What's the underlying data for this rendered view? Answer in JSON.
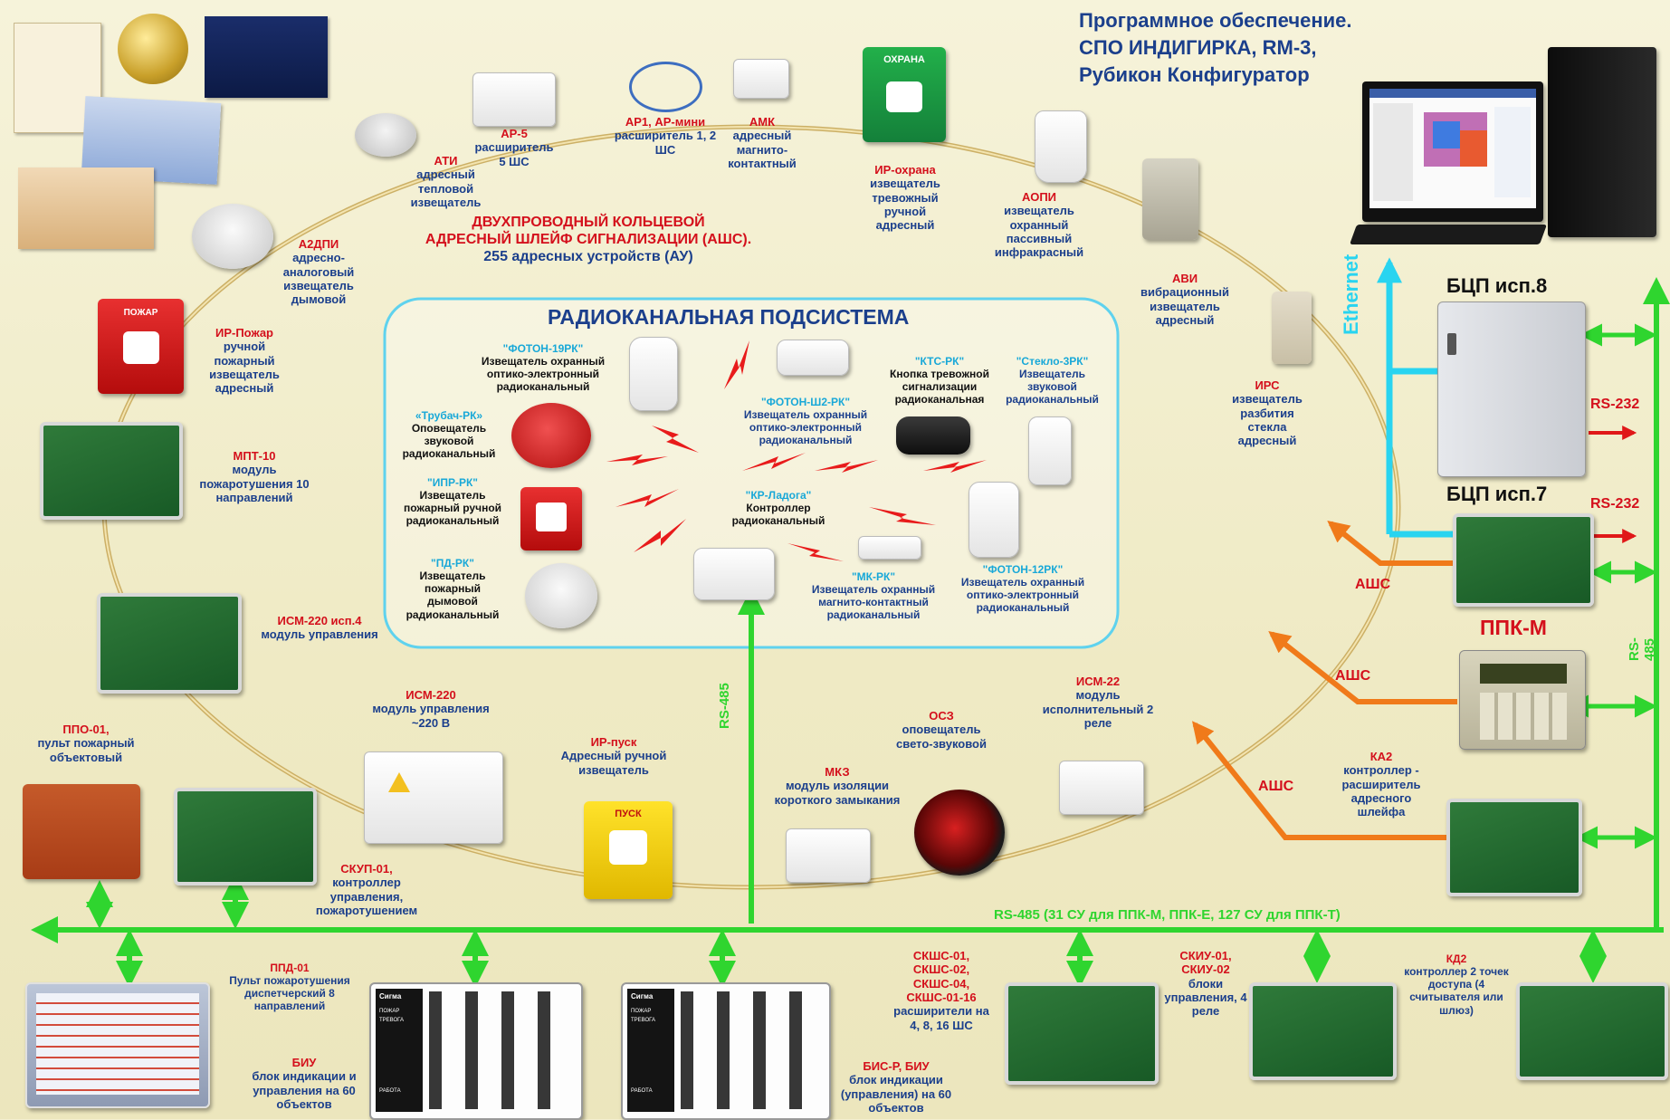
{
  "software": {
    "line1": "Программное обеспечение.",
    "line2": "СПО ИНДИГИРКА,  RM-3,",
    "line3": "Рубикон Конфигуратор"
  },
  "loop_title": {
    "line1": "ДВУХПРОВОДНЫЙ КОЛЬЦЕВОЙ",
    "line2": "АДРЕСНЫЙ ШЛЕЙФ СИГНАЛИЗАЦИИ (АШС).",
    "line3": "255 адресных устройств (АУ)"
  },
  "radio": {
    "title": "РАДИОКАНАЛЬНАЯ ПОДСИСТЕМА",
    "items": [
      {
        "name": "\"ФОТОН-19РК\"",
        "desc": "Извещатель охранный оптико-электронный радиоканальный"
      },
      {
        "name": "«Трубач-РК»",
        "desc": "Оповещатель звуковой радиоканальный"
      },
      {
        "name": "\"ИПР-РК\"",
        "desc": "Извещатель пожарный ручной радиоканальный"
      },
      {
        "name": "\"ПД-РК\"",
        "desc": "Извещатель пожарный дымовой радиоканальный"
      },
      {
        "name": "\"ФОТОН-Ш2-РК\"",
        "desc": "Извещатель охранный оптико-электронный радиоканальный"
      },
      {
        "name": "\"КР-Ладога\"",
        "desc": "Контроллер радиоканальный"
      },
      {
        "name": "\"КТС-РК\"",
        "desc": "Кнопка тревожной сигнализации радиоканальная"
      },
      {
        "name": "\"Стекло-3РК\"",
        "desc": "Извещатель звуковой радиоканальный"
      },
      {
        "name": "\"МК-РК\"",
        "desc": "Извещатель охранный магнито-контактный радиоканальный"
      },
      {
        "name": "\"ФОТОН-12РК\"",
        "desc": "Извещатель охранный оптико-электронный радиоканальный"
      }
    ]
  },
  "loop_devices": [
    {
      "name": "АР-5",
      "desc": "расширитель 5 ШС"
    },
    {
      "name": "АР1, АР-мини",
      "desc": "расширитель 1, 2 ШС"
    },
    {
      "name": "АМК",
      "desc": "адресный магнито-контактный"
    },
    {
      "name": "ИР-охрана",
      "desc": "извещатель тревожный ручной адресный"
    },
    {
      "name": "АОПИ",
      "desc": "извещатель охранный пассивный инфракрасный"
    },
    {
      "name": "АВИ",
      "desc": "вибрационный извещатель адресный"
    },
    {
      "name": "ИРС",
      "desc": "извещатель разбития стекла адресный"
    },
    {
      "name": "АТИ",
      "desc": "адресный тепловой извещатель"
    },
    {
      "name": "А2ДПИ",
      "desc": "адресно-аналоговый извещатель дымовой"
    },
    {
      "name": "ИР-Пожар",
      "desc": "ручной пожарный извещатель адресный"
    },
    {
      "name": "МПТ-10",
      "desc": "модуль пожаротушения 10 направлений"
    },
    {
      "name": "ИСМ-220 исп.4",
      "desc": "модуль управления"
    },
    {
      "name": "ИСМ-220",
      "desc": "модуль управления ~220 В"
    },
    {
      "name": "ИР-пуск",
      "desc": "Адресный ручной извещатель"
    },
    {
      "name": "МКЗ",
      "desc": "модуль изоляции короткого замыкания"
    },
    {
      "name": "ОСЗ",
      "desc": "оповещатель свето-звуковой"
    },
    {
      "name": "ИСМ-22",
      "desc": "модуль исполнительный 2 реле"
    },
    {
      "name": "КА2",
      "desc": "контроллер - расширитель адресного шлейфа"
    }
  ],
  "right": {
    "bcp8": "БЦП исп.8",
    "bcp7": "БЦП исп.7",
    "ppkm": "ППК-М",
    "rs232a": "RS-232",
    "rs232b": "RS-232",
    "ethernet": "Ethernet",
    "rs485v": "RS-485",
    "ashs1": "АШС",
    "ashs2": "АШС",
    "ashs3": "АШС"
  },
  "rs485_mid": "RS-485",
  "bus_label": "RS-485 (31 СУ для ППК-М, ППК-Е, 127 СУ для ППК-Т)",
  "left_bottom": {
    "ppo_name": "ППО-01,",
    "ppo_desc": "пульт пожарный объектовый",
    "skup_name": "СКУП-01,",
    "skup_desc": "контроллер управления, пожаротушением"
  },
  "bottom": {
    "ppd_name": "ППД-01",
    "ppd_desc": "Пульт пожаротушения диспетчерский 8 направлений",
    "biu_name": "БИУ",
    "biu_desc": "блок индикации и управления на 60 объектов",
    "bis_name": "БИС-Р, БИУ",
    "bis_desc": "блок индикации (управления) на 60 объектов",
    "skshs_name": "СКШС-01, СКШС-02, СКШС-04, СКШС-01-16",
    "skshs_desc": "расширители на 4, 8, 16 ШС",
    "skiu_name": "СКИУ-01, СКИУ-02",
    "skiu_desc": "блоки управления, 4 реле",
    "kd2_name": "КД2",
    "kd2_desc": "контроллер 2 точек доступа (4 считывателя или шлюз)",
    "panel_brand": "Сигма",
    "panel_l1": "ПОЖАР",
    "panel_l2": "ТРЕВОГА",
    "panel_l3": "РАБОТА"
  },
  "device_text": {
    "okhrana": "ОХРАНА",
    "pozhar": "ПОЖАР",
    "pusk": "ПУСК"
  },
  "colors": {
    "navy": "#1b3f8c",
    "red": "#d4101c",
    "cyan": "#18a8d8",
    "green_bus": "#2fd52f",
    "orange": "#f07a1a",
    "loop": "#c8a85a"
  }
}
